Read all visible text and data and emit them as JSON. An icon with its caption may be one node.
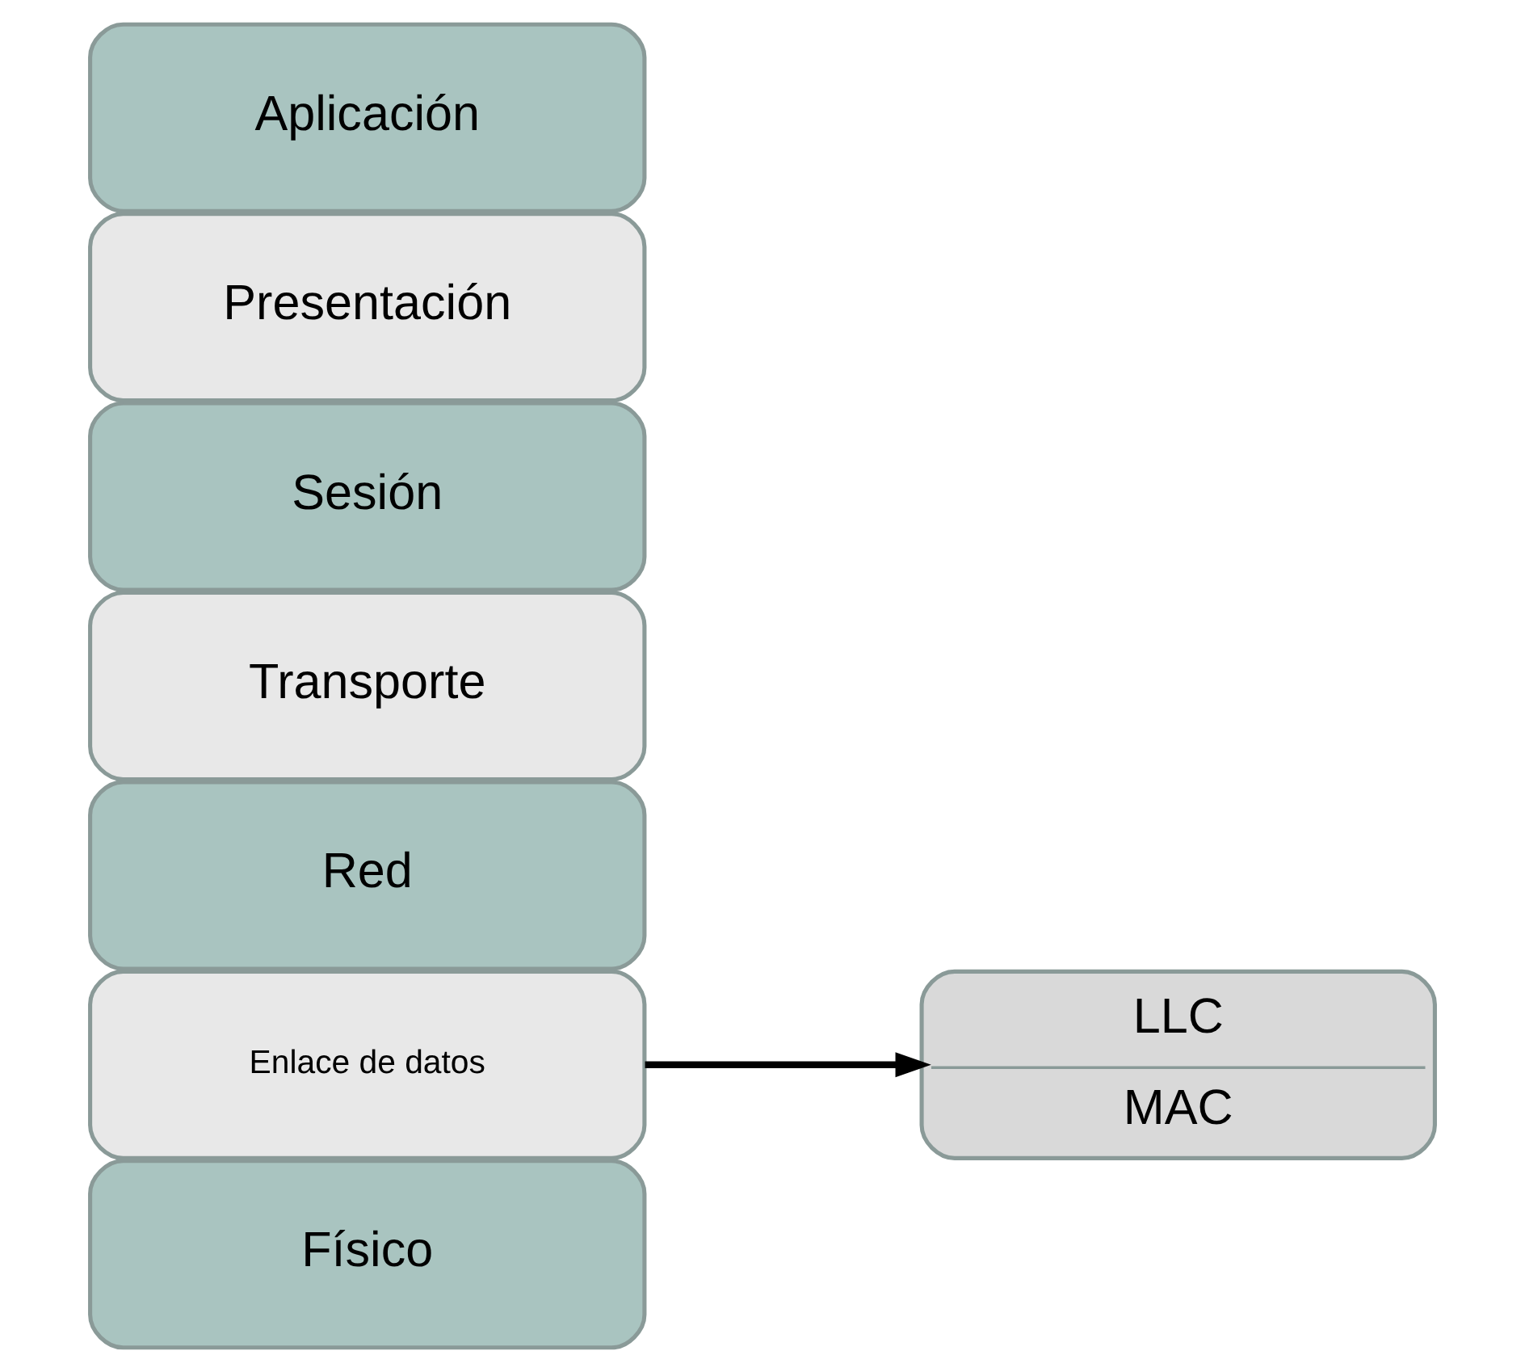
{
  "diagram": {
    "nodes": [
      {
        "text": [
          "Aplicación"
        ]
      },
      {
        "text": [
          "Presentación"
        ]
      },
      {
        "text": [
          "Sesión"
        ]
      },
      {
        "text": [
          "Transporte"
        ]
      },
      {
        "text": [
          "Red"
        ]
      },
      {
        "text": [
          "Enlace de datos"
        ]
      },
      {
        "text": [
          "Físico"
        ]
      },
      {
        "text": [
          "LLC",
          "MAC"
        ]
      }
    ],
    "edges": [
      {
        "from": 5,
        "to": 7,
        "arrow": "to"
      }
    ]
  }
}
